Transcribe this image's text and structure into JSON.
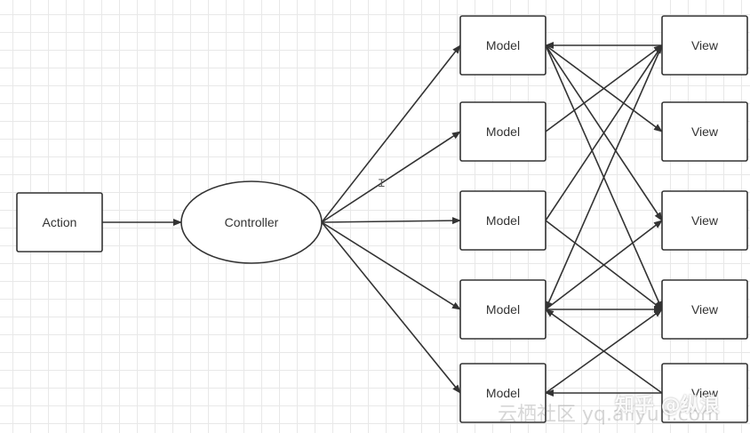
{
  "diagram": {
    "colors": {
      "stroke": "#333333",
      "box_fill": "#ffffff",
      "text": "#333333",
      "grid": "#e8e8e8"
    },
    "action": {
      "label": "Action"
    },
    "controller": {
      "label": "Controller"
    },
    "models": [
      {
        "label": "Model"
      },
      {
        "label": "Model"
      },
      {
        "label": "Model"
      },
      {
        "label": "Model"
      },
      {
        "label": "Model"
      }
    ],
    "views": [
      {
        "label": "View"
      },
      {
        "label": "View"
      },
      {
        "label": "View"
      },
      {
        "label": "View"
      },
      {
        "label": "View"
      }
    ],
    "edges": [
      {
        "from": "action",
        "to": "controller"
      },
      {
        "from": "controller",
        "to": "model-1"
      },
      {
        "from": "controller",
        "to": "model-2"
      },
      {
        "from": "controller",
        "to": "model-3"
      },
      {
        "from": "controller",
        "to": "model-4"
      },
      {
        "from": "controller",
        "to": "model-5"
      },
      {
        "from": "view-1",
        "to": "model-1"
      },
      {
        "from": "model-1",
        "to": "view-2"
      },
      {
        "from": "model-1",
        "to": "view-3"
      },
      {
        "from": "model-1",
        "to": "view-4"
      },
      {
        "from": "model-2",
        "to": "view-1"
      },
      {
        "from": "model-3",
        "to": "view-1"
      },
      {
        "from": "model-3",
        "to": "view-4"
      },
      {
        "from": "view-1",
        "to": "model-4"
      },
      {
        "from": "model-4",
        "to": "view-3"
      },
      {
        "from": "model-4",
        "to": "view-4"
      },
      {
        "from": "view-5",
        "to": "model-4"
      },
      {
        "from": "model-5",
        "to": "view-4"
      },
      {
        "from": "view-5",
        "to": "model-5"
      }
    ]
  },
  "watermarks": {
    "yunqi": "云栖社区 yq.aliyun.com",
    "zhihu": "知乎 @纵浪"
  }
}
